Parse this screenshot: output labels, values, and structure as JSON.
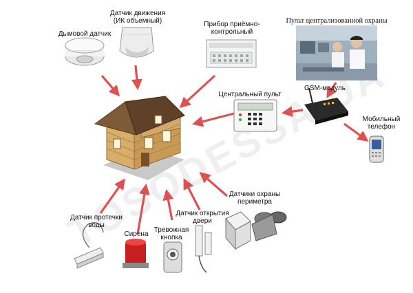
{
  "watermark": "TOSODESSA.UA",
  "labels": {
    "smoke_detector": "Дымовой датчик",
    "motion_detector_line1": "Датчик движения",
    "motion_detector_line2": "(ИК объемный)",
    "control_panel_line1": "Прибор приёмно-",
    "control_panel_line2": "контрольный",
    "central_monitoring": "Пульт централизованной охраны",
    "central_console": "Центральный пульт",
    "gsm_module": "GSM-модуль",
    "mobile_line1": "Мобильный",
    "mobile_line2": "телефон",
    "leak_line1": "Датчик протечки",
    "leak_line2": "воды",
    "siren": "Сирена",
    "panic_line1": "Тревожная",
    "panic_line2": "кнопка",
    "door_line1": "Датчик открытия",
    "door_line2": "двери",
    "perimeter_line1": "Датчики охраны",
    "perimeter_line2": "периметра"
  },
  "colors": {
    "arrow": "#e05050",
    "house_wood": "#c89a55",
    "roof": "#7a5a3a"
  }
}
